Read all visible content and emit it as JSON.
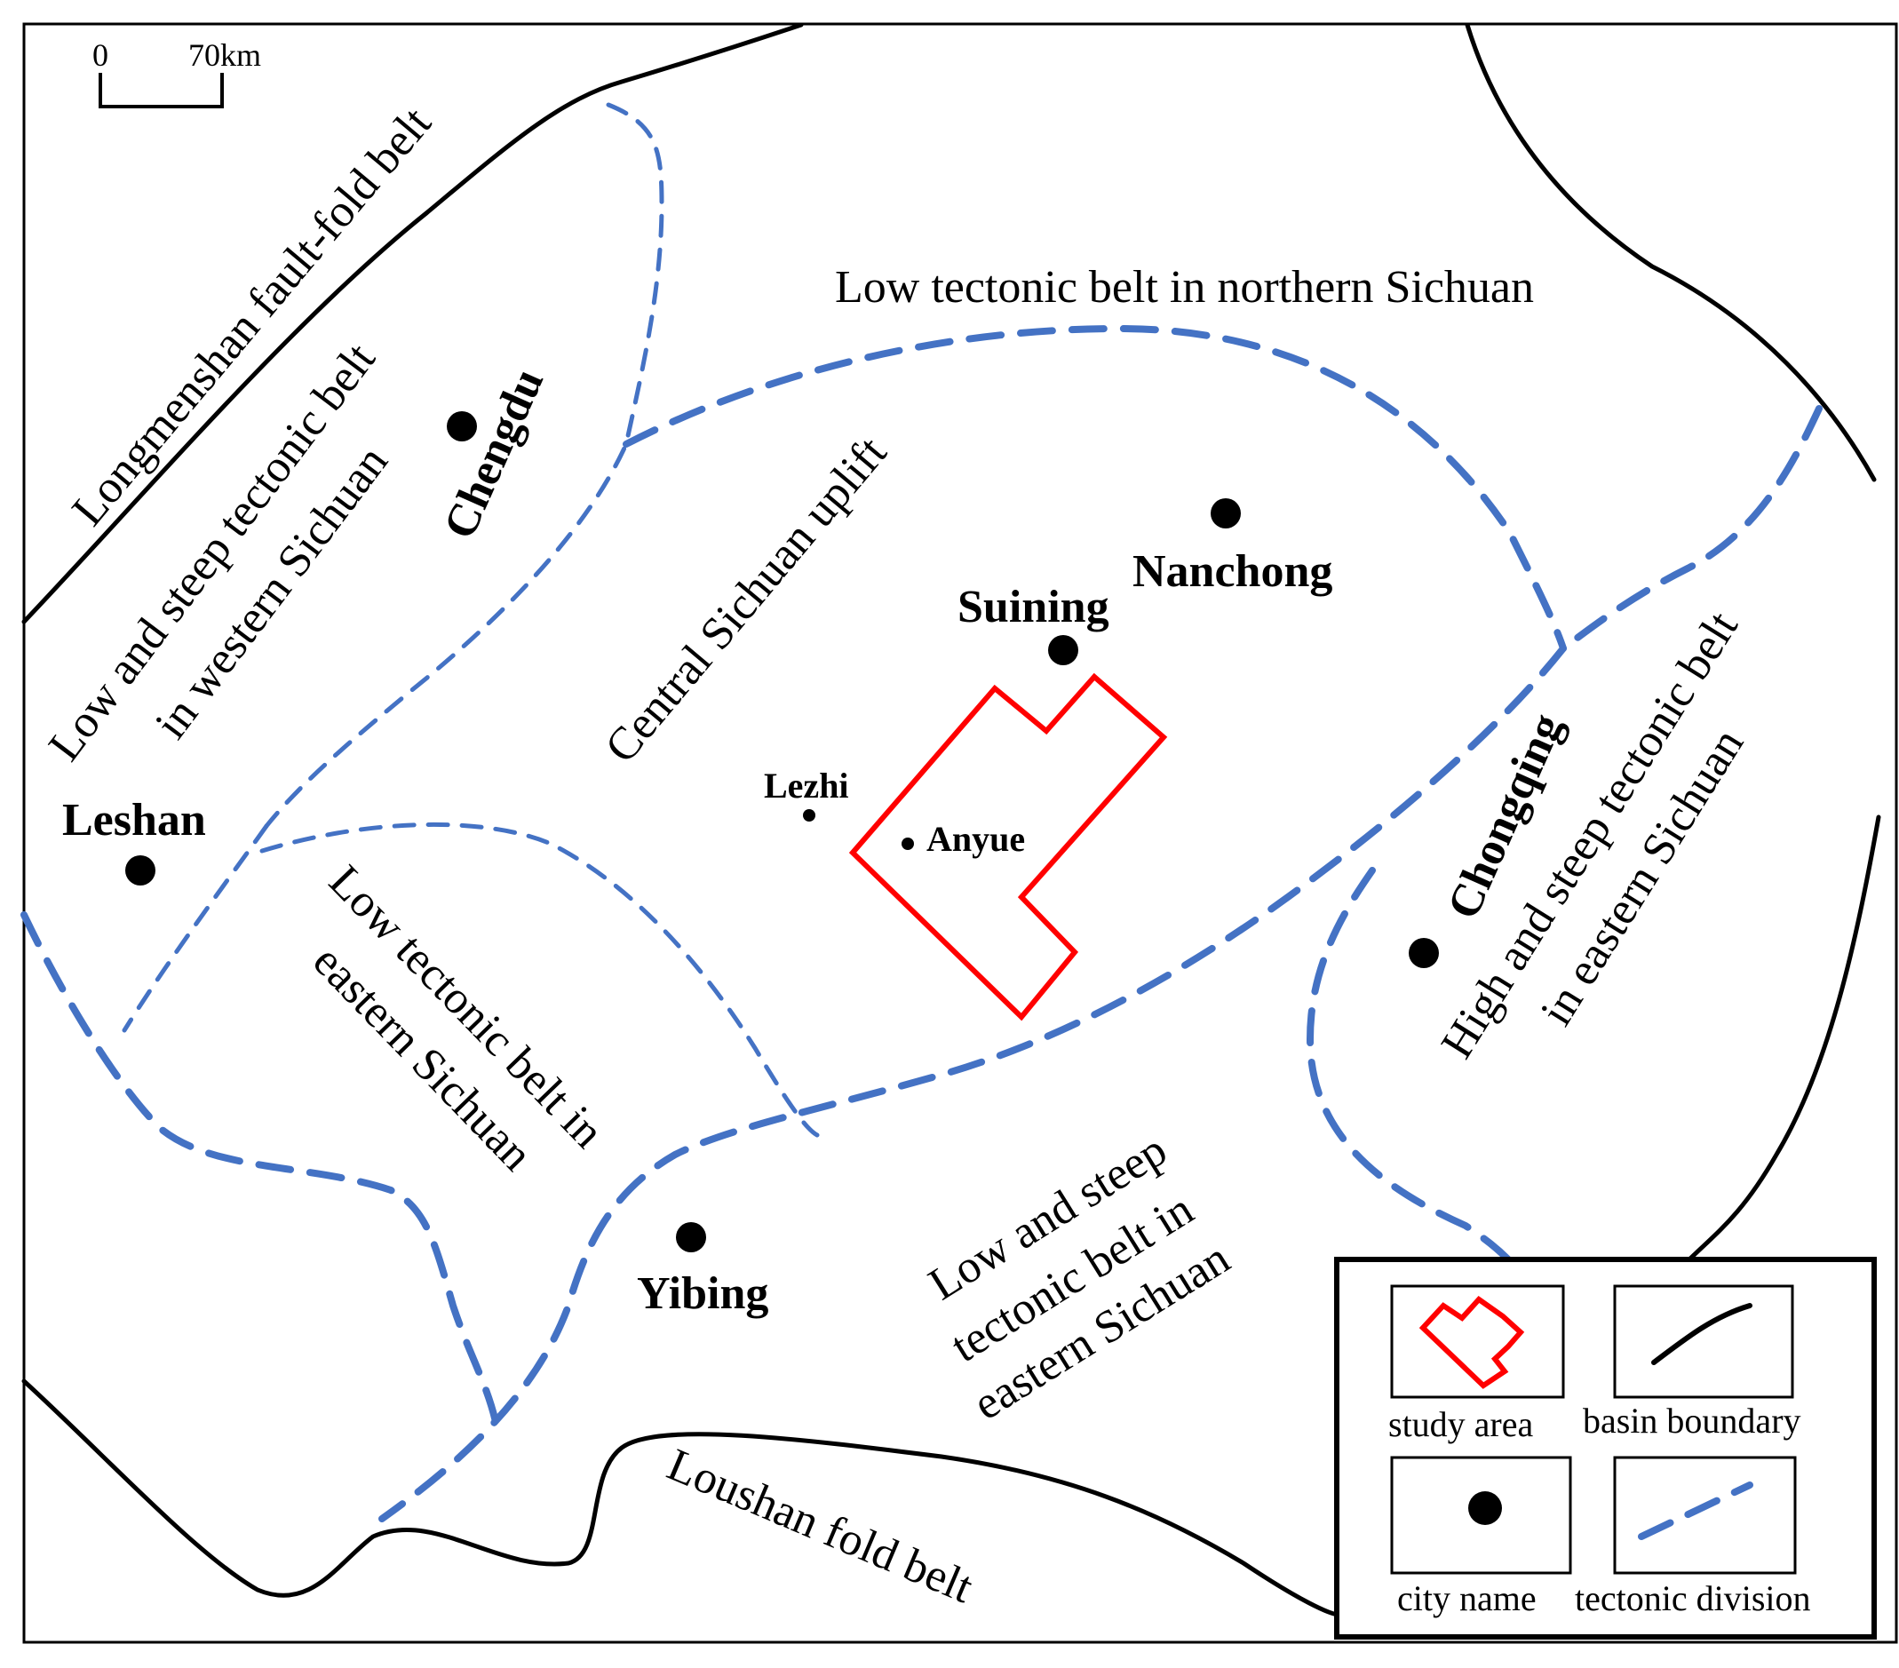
{
  "scale_bar": {
    "zero_label": "0",
    "distance_label": "70km"
  },
  "regions": {
    "longmenshan": "Longmenshan fault-fold belt",
    "western_line1": "Low and steep tectonic belt",
    "western_line2": "in western Sichuan",
    "northern": "Low tectonic belt in northern Sichuan",
    "central": "Central Sichuan uplift",
    "southern_line1": "Low tectonic belt in",
    "southern_line2": "eastern Sichuan",
    "east_low_line1": "Low and steep",
    "east_low_line2": "tectonic belt in",
    "east_low_line3": "eastern Sichuan",
    "east_high_line1": "High and steep tectonic belt",
    "east_high_line2": "in eastern Sichuan",
    "loushan": "Loushan fold belt"
  },
  "cities": {
    "chengdu": "Chengdu",
    "nanchong": "Nanchong",
    "suining": "Suining",
    "leshan": "Leshan",
    "chongqing": "Chongqing",
    "yibing": "Yibing"
  },
  "towns": {
    "lezhi": "Lezhi",
    "anyue": "Anyue"
  },
  "legend": {
    "study_area": "study area",
    "basin_boundary": "basin boundary",
    "city_name": "city name",
    "tectonic_division": "tectonic division"
  },
  "colors": {
    "study_area": "#ff0000",
    "tectonic_division": "#4472c4",
    "basin_boundary": "#000000",
    "city": "#000000"
  }
}
